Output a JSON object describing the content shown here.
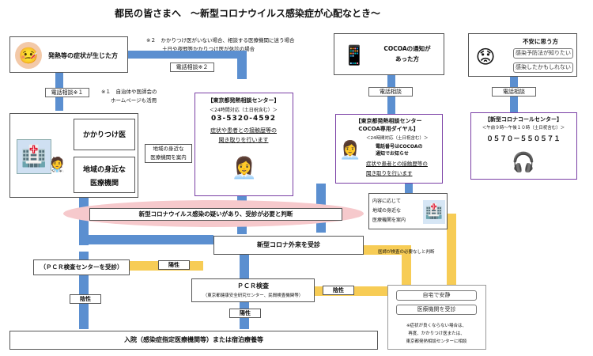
{
  "title": "都民の皆さまへ　～新型コロナウイルス感染症が心配なとき～",
  "note2": {
    "line1": "※２　かかりつけ医がいない場合、相談する医療機関に迷う場合",
    "line2": "土日や夜間等かかりつけ医が休診の場合"
  },
  "note1": {
    "line1": "※１　自治体や医師会の",
    "line2": "ホームページも活用"
  },
  "fever": {
    "label": "発熱等の症状が生じた方"
  },
  "call1": "電話相談※１",
  "call2": "電話相談※２",
  "clinics": {
    "primary": "かかりつけ医",
    "local_line1": "地域の身近な",
    "local_line2": "医療機関"
  },
  "guide_tag": {
    "line1": "地域の身近な",
    "line2": "医療機関を案内"
  },
  "center": {
    "name": "【東京都発熱相談センター】",
    "hours": "＜24時間対応（土日祝含む）＞",
    "phone": "03-5320-4592",
    "line1": "症状や患者との接触歴等の",
    "line2": "聞き取りを行います"
  },
  "cocoa_person": {
    "line1": "COCOAの通知が",
    "line2": "あった方"
  },
  "cocoa_call": "電話相談",
  "cocoa_center": {
    "name1": "【東京都発熱相談センター",
    "name2": "COCOA専用ダイヤル】",
    "hours": "＜24時間対応（土日祝含む）＞",
    "info1": "電話番号はCOCOAの",
    "info2": "通知でお知らせ",
    "line1": "症状や患者との接触歴等の",
    "line2": "聞き取りを行います"
  },
  "cocoa_guide": {
    "line1": "内容に応じて",
    "line2": "地域の身近な",
    "line3": "医療機関を案内"
  },
  "anxious": {
    "title": "不安に思う方",
    "item1": "感染予防法が知りたい",
    "item2": "感染したかもしれない"
  },
  "anxious_call": "電話相談",
  "call_center": {
    "name": "【新型コロナコールセンター】",
    "hours": "＜午前９時～午後１０時（土日祝含む）＞",
    "phone": "０５７０－５５０５７１"
  },
  "suspect_band": "新型コロナウイルス感染の疑いがあり、受診が必要と判断",
  "outpatient": "新型コロナ外来を受診",
  "doctor_judge": "医師が検査の必要なしと判断",
  "pcr_center": "（ＰＣＲ検査センターを受診）",
  "positive1": "陽性",
  "negative1": "陰性",
  "pcr_test": {
    "title": "ＰＣＲ検査",
    "sub": "（東京都健康安全研究センター、民間検査機関等）"
  },
  "negative2": "陰性",
  "positive2": "陽性",
  "home": {
    "opt1": "自宅で安静",
    "opt2": "医療機関を受診",
    "note1": "※症状が良くならない場合は、",
    "note2": "再度、かかりつけ医または、",
    "note3": "東京都発熱相談センターに相談"
  },
  "hospital": "入院（感染症指定医療機関等）または宿泊療養等",
  "colors": {
    "arrow_blue": "#5b8fd0",
    "arrow_yellow": "#f7cc55",
    "border_purple": "#7a3fa5",
    "band_pink": "#f6c9cc"
  },
  "icons": [
    "sick-person-icon",
    "hospital-building-icon",
    "doctor-icon",
    "operator-icon",
    "phone-person-icon",
    "worried-person-icon"
  ]
}
